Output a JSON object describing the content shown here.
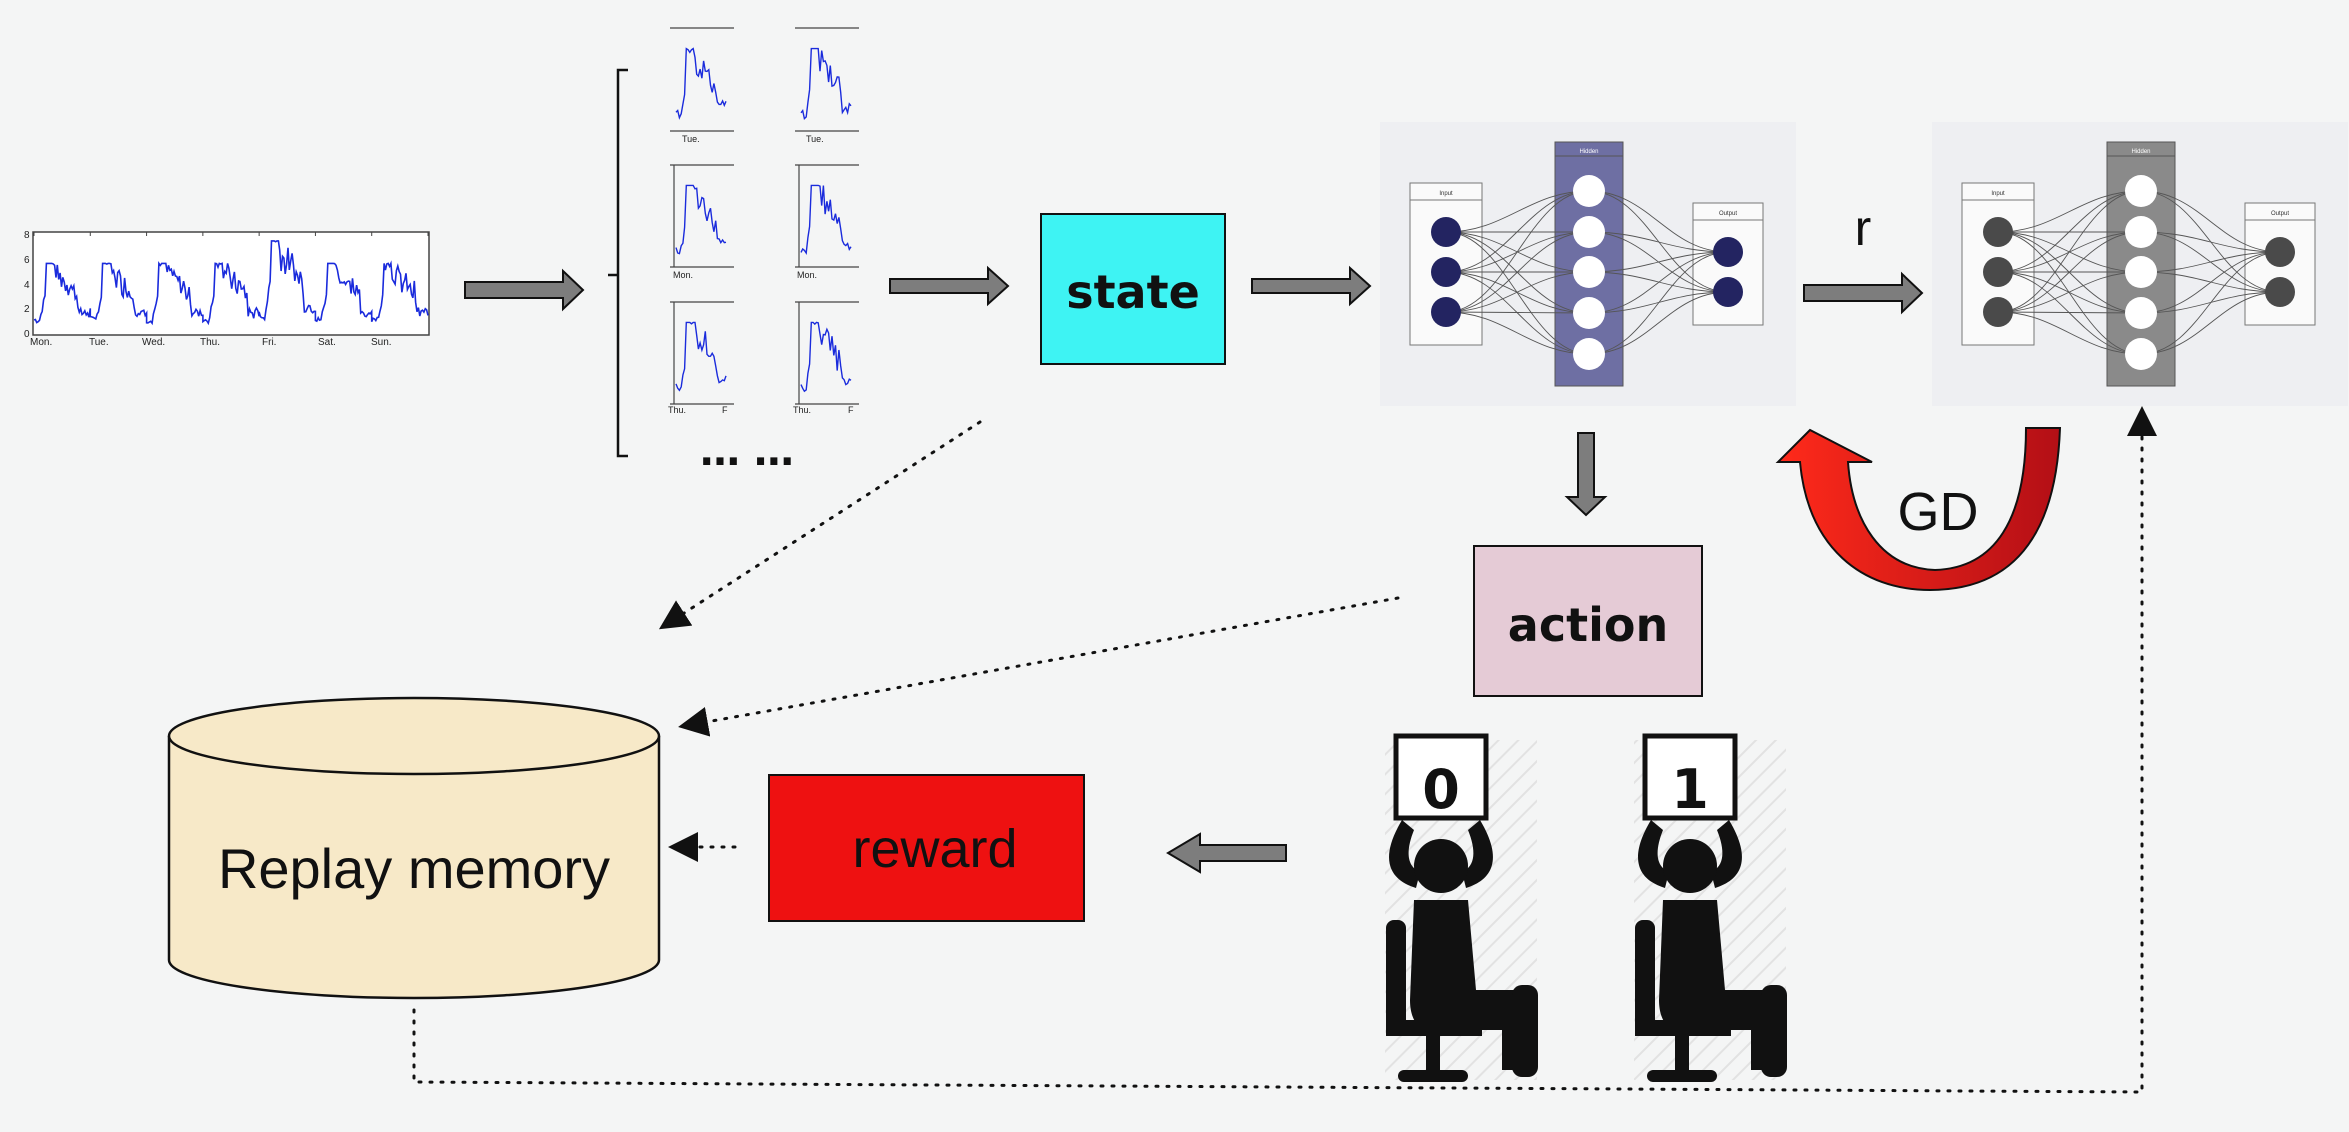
{
  "week_chart": {
    "days": [
      "Mon.",
      "Tue.",
      "Wed.",
      "Thu.",
      "Fri.",
      "Sat.",
      "Sun."
    ],
    "y_ticks": [
      "0",
      "2",
      "4",
      "6",
      "8"
    ]
  },
  "day_grid": {
    "row1_labels": [
      "Tue.",
      "Tue."
    ],
    "row2_labels": [
      "Mon.",
      "Mon."
    ],
    "row3_labels": [
      "Thu.",
      "F",
      "Thu.",
      "F"
    ],
    "ellipsis": "… …"
  },
  "state_box": {
    "label": "state",
    "fill": "#3ef3f3"
  },
  "action_box": {
    "label": "action",
    "fill": "#e5cbd6"
  },
  "reward_box": {
    "label": "reward",
    "fill": "#ee1111"
  },
  "replay_memory": {
    "label": "Replay memory",
    "fill": "#f7e9c8"
  },
  "r_label": "r",
  "gd_label": "GD",
  "network": {
    "input": "Input",
    "hidden": "Hidden",
    "output": "Output"
  },
  "sign_labels": [
    "0",
    "1"
  ],
  "colors": {
    "series": "#1a2bdc",
    "net_main": "#6e6fa3",
    "net_target": "#8a8a8a",
    "node_dark": "#232461",
    "gd_arrow": "#cc1111"
  }
}
